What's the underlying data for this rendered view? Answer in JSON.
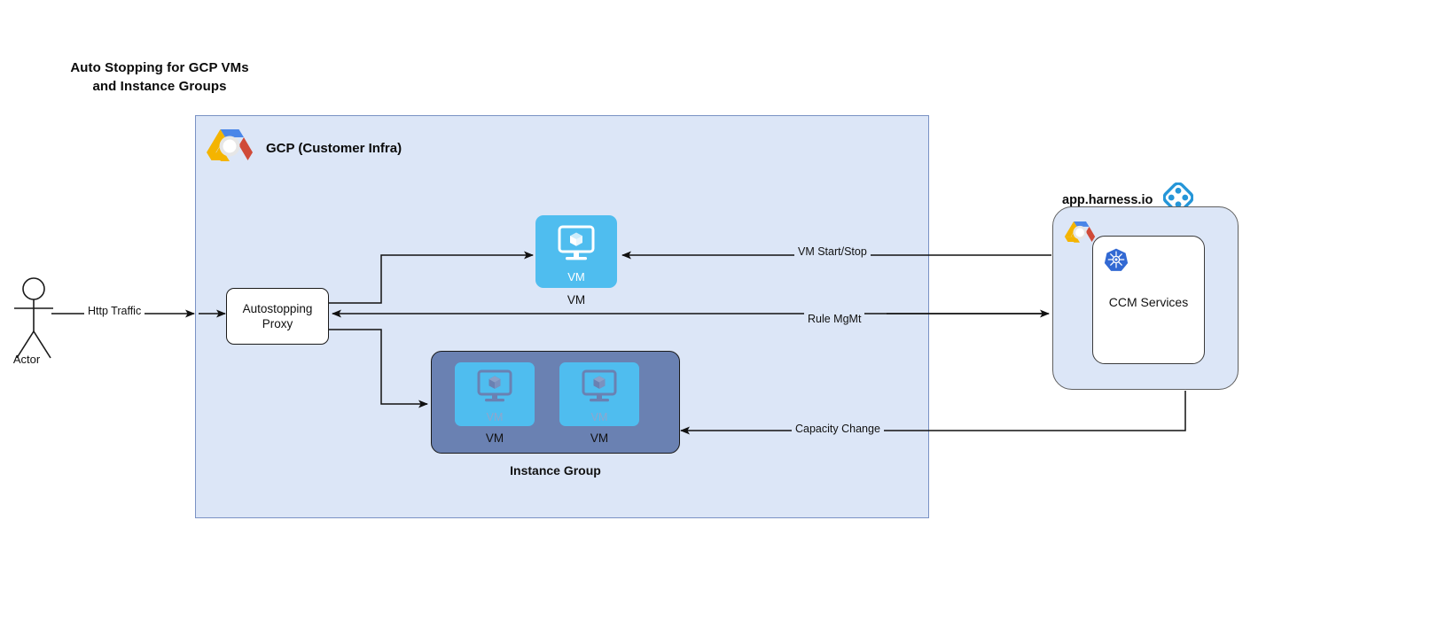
{
  "title": {
    "line1": "Auto Stopping for GCP VMs",
    "line2": "and Instance Groups"
  },
  "actor": {
    "label": "Actor",
    "icon": "stick-figure-actor-icon"
  },
  "gcp_container": {
    "label": "GCP (Customer Infra)",
    "logo": "gcp-hexagon-logo",
    "fill_color": "#dce6f7",
    "border_color": "#7a92c4"
  },
  "proxy": {
    "line1": "Autostopping",
    "line2": "Proxy"
  },
  "vm_single": {
    "inner_label": "VM",
    "caption": "VM",
    "icon": "vm-monitor-cube-icon",
    "color": "#4fbdef"
  },
  "instance_group": {
    "caption": "Instance Group",
    "fill_color": "#6a81b2",
    "vms": [
      {
        "inner_label": "VM",
        "caption": "VM",
        "icon": "vm-monitor-cube-icon"
      },
      {
        "inner_label": "VM",
        "caption": "VM",
        "icon": "vm-monitor-cube-icon"
      }
    ]
  },
  "harness": {
    "label": "app.harness.io",
    "logo": "harness-diamond-logo",
    "gcp_badge": "gcp-hexagon-logo",
    "ccm": {
      "label": "CCM Services",
      "icon": "kubernetes-icon"
    },
    "accent_color": "#2596d8"
  },
  "edges": {
    "http_traffic": "Http Traffic",
    "vm_start_stop": "VM Start/Stop",
    "rule_mgmt": "Rule MgMt",
    "capacity_change": "Capacity Change"
  }
}
